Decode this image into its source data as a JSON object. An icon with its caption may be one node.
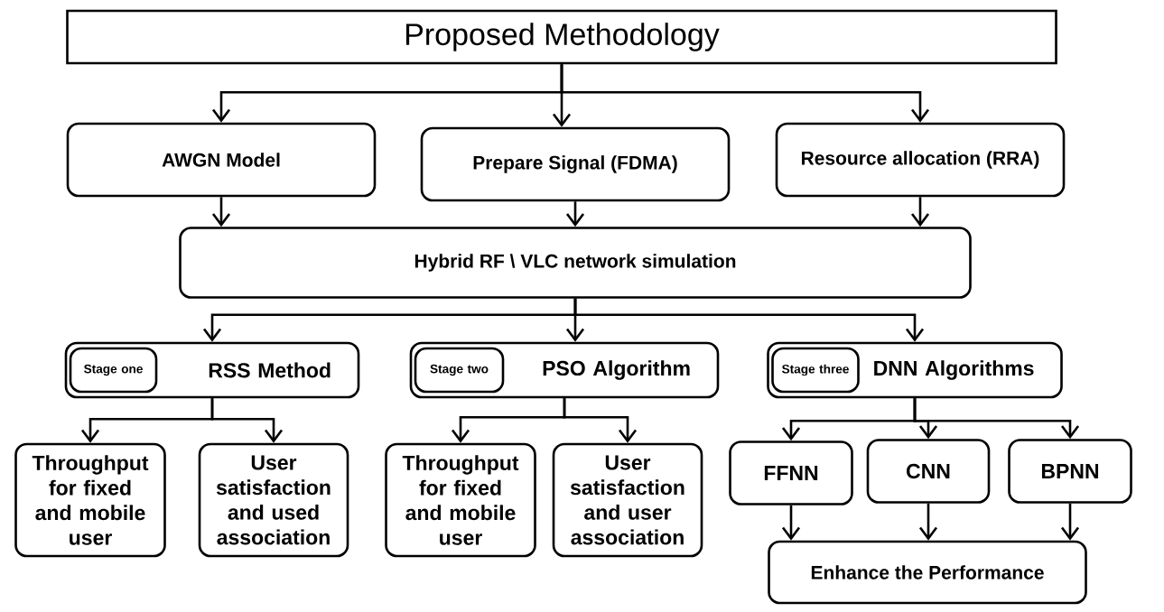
{
  "diagram": {
    "nodes": [
      {
        "text": [
          "Proposed  Methodology"
        ]
      },
      {
        "text": [
          "AWGN Model"
        ]
      },
      {
        "text": [
          "Prepare Signal (FDMA)"
        ]
      },
      {
        "text": [
          "Resource allocation (RRA)"
        ]
      },
      {
        "text": [
          "Hybrid RF \\ VLC network simulation"
        ]
      },
      {
        "text": [
          "RSS Method"
        ]
      },
      {
        "text": [
          "Stage one"
        ],
        "in": 5
      },
      {
        "text": [
          "PSO Algorithm"
        ]
      },
      {
        "text": [
          "Stage two"
        ],
        "in": 7
      },
      {
        "text": [
          "DNN Algorithms"
        ]
      },
      {
        "text": [
          "Stage three"
        ],
        "in": 9
      },
      {
        "text": [
          "Throughput for fixed and mobile user"
        ]
      },
      {
        "text": [
          "User satisfaction and used association"
        ]
      },
      {
        "text": [
          "Throughput for fixed and mobile user"
        ]
      },
      {
        "text": [
          "User satisfaction and user association"
        ]
      },
      {
        "text": [
          "FFNN"
        ]
      },
      {
        "text": [
          "CNN"
        ]
      },
      {
        "text": [
          "BPNN"
        ]
      },
      {
        "text": [
          "Enhance the Performance"
        ]
      }
    ],
    "edges": [
      {
        "from": 0,
        "to": 1,
        "arrow": "to"
      },
      {
        "from": 0,
        "to": 2,
        "arrow": "to"
      },
      {
        "from": 0,
        "to": 3,
        "arrow": "to"
      },
      {
        "from": 1,
        "to": 4,
        "arrow": "to"
      },
      {
        "from": 2,
        "to": 4,
        "arrow": "to"
      },
      {
        "from": 3,
        "to": 4,
        "arrow": "to"
      },
      {
        "from": 4,
        "to": 5,
        "arrow": "to"
      },
      {
        "from": 4,
        "to": 7,
        "arrow": "to"
      },
      {
        "from": 4,
        "to": 9,
        "arrow": "to"
      },
      {
        "from": 5,
        "to": 11,
        "arrow": "to"
      },
      {
        "from": 5,
        "to": 12,
        "arrow": "to"
      },
      {
        "from": 7,
        "to": 13,
        "arrow": "to"
      },
      {
        "from": 7,
        "to": 14,
        "arrow": "to"
      },
      {
        "from": 9,
        "to": 15,
        "arrow": "to"
      },
      {
        "from": 9,
        "to": 16,
        "arrow": "to"
      },
      {
        "from": 9,
        "to": 17,
        "arrow": "to"
      },
      {
        "from": 15,
        "to": 18,
        "arrow": "to"
      },
      {
        "from": 16,
        "to": 18,
        "arrow": "to"
      },
      {
        "from": 17,
        "to": 18,
        "arrow": "to"
      }
    ]
  }
}
